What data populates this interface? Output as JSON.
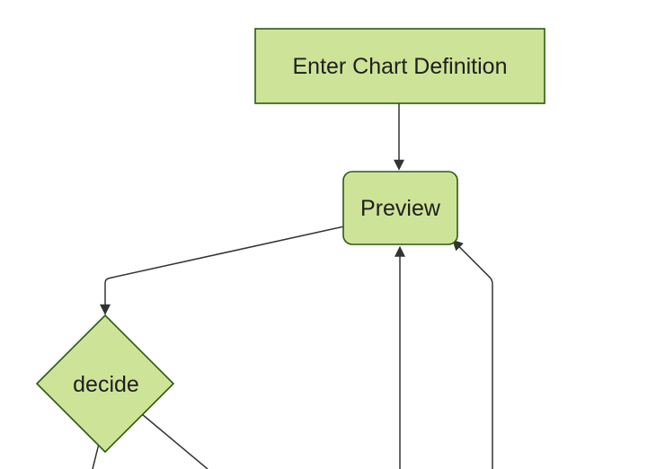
{
  "diagram": {
    "type": "flowchart",
    "direction": "top-down",
    "background": "#ffffff",
    "colors": {
      "node_fill": "#cde498",
      "node_border": "#2d5a12",
      "edge_color": "#333333",
      "label_color": "#1f1f1f"
    },
    "nodes": {
      "enter_chart_definition": {
        "label": "Enter Chart Definition",
        "shape": "rectangle"
      },
      "preview": {
        "label": "Preview",
        "shape": "rounded-rectangle"
      },
      "decide": {
        "label": "decide",
        "shape": "diamond"
      }
    },
    "edges": [
      {
        "from": "enter_chart_definition",
        "to": "preview",
        "arrowhead": true
      },
      {
        "from": "preview",
        "to": "decide",
        "arrowhead": true
      },
      {
        "from": "offscreen-bottom",
        "to": "preview",
        "arrowhead": true
      },
      {
        "from": "offscreen-bottom-right",
        "to": "preview",
        "arrowhead": true
      },
      {
        "from": "decide",
        "to": "offscreen-bottom-left",
        "arrowhead": false
      },
      {
        "from": "decide",
        "to": "offscreen-bottom-right",
        "arrowhead": false
      }
    ]
  }
}
